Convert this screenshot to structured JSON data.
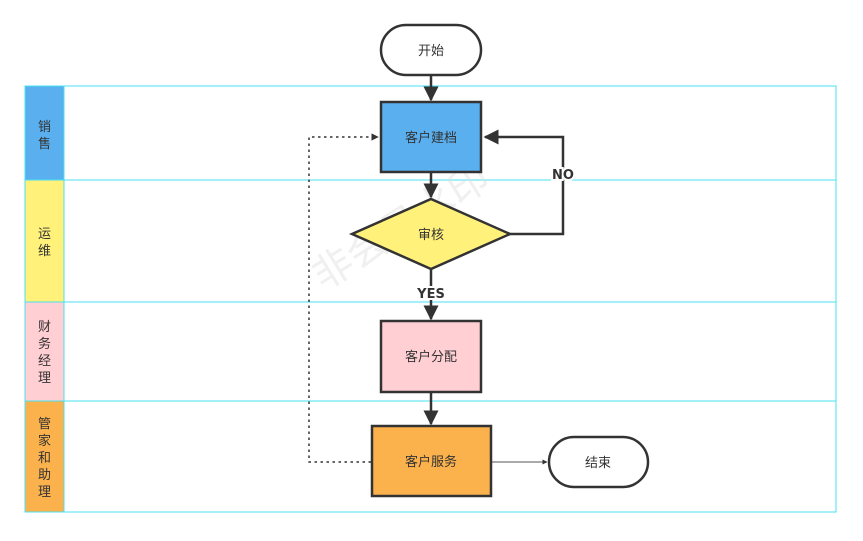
{
  "lanes": [
    {
      "label_chars": [
        "销",
        "售"
      ],
      "color": "#5aafef"
    },
    {
      "label_chars": [
        "运",
        "维"
      ],
      "color": "#fff17a"
    },
    {
      "label_chars": [
        "财",
        "务",
        "经",
        "理"
      ],
      "color": "#ffcfd4"
    },
    {
      "label_chars": [
        "管",
        "家",
        "和",
        "助",
        "理"
      ],
      "color": "#fbb14c"
    }
  ],
  "nodes": {
    "start": {
      "label": "开始"
    },
    "customer_record": {
      "label": "客户建档",
      "color": "#5aafef"
    },
    "review": {
      "label": "审核",
      "color": "#fff17a"
    },
    "customer_assign": {
      "label": "客户分配",
      "color": "#ffcfd4"
    },
    "customer_service": {
      "label": "客户服务",
      "color": "#fbb14c"
    },
    "end": {
      "label": "结束"
    }
  },
  "edges": {
    "no_label": "NO",
    "yes_label": "YES"
  },
  "watermark": "非会员水印",
  "colors": {
    "lane_border": "#48e0f0",
    "stroke": "#333333"
  }
}
